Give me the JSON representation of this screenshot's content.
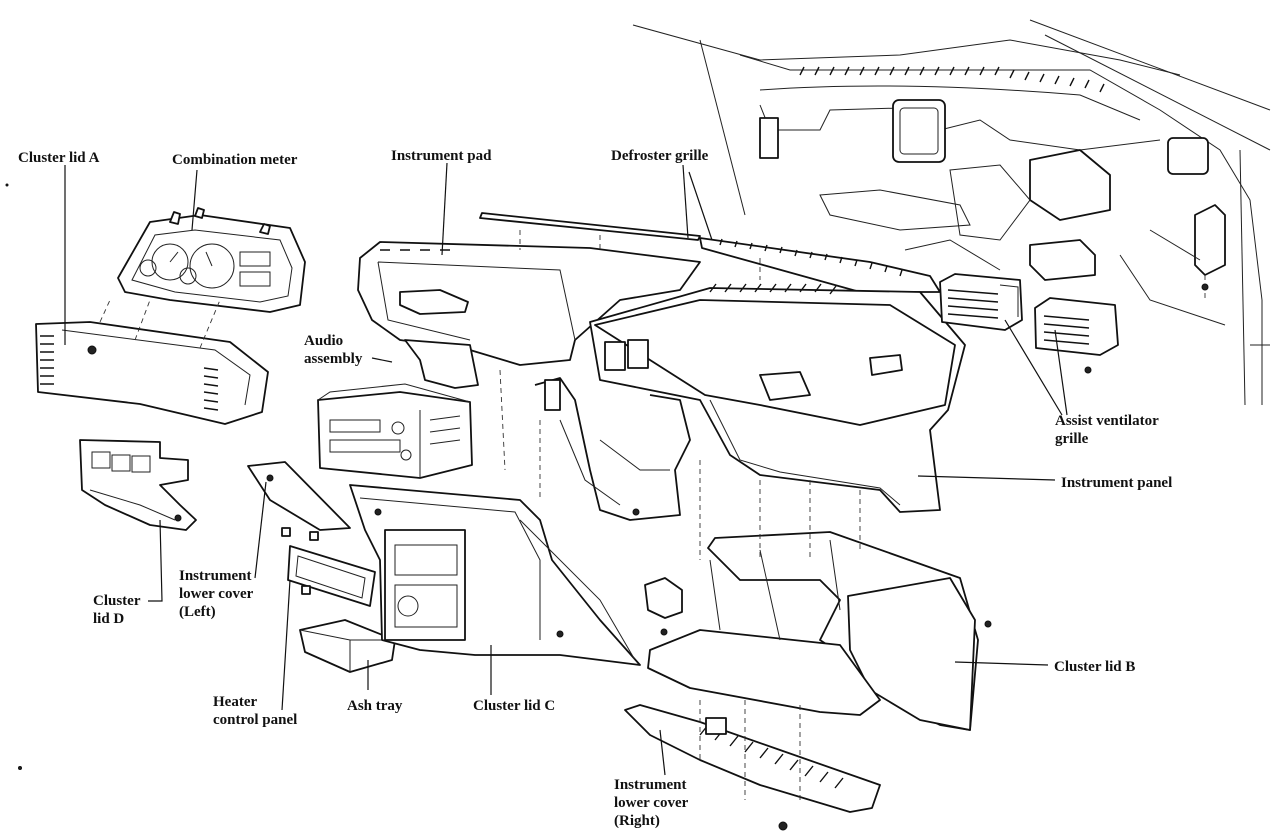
{
  "labels": {
    "cluster_lid_a": "Cluster lid A",
    "combination_meter": "Combination meter",
    "instrument_pad": "Instrument pad",
    "defroster_grille": "Defroster grille",
    "audio_assembly": "Audio\nassembly",
    "assist_ventilator_grille": "Assist ventilator\ngrille",
    "instrument_panel": "Instrument panel",
    "cluster_lid_d": "Cluster\nlid D",
    "instrument_lower_cover_left": "Instrument\nlower cover\n(Left)",
    "heater_control_panel": "Heater\ncontrol panel",
    "ash_tray": "Ash tray",
    "cluster_lid_c": "Cluster lid C",
    "cluster_lid_b": "Cluster lid B",
    "instrument_lower_cover_right": "Instrument\nlower cover\n(Right)"
  }
}
